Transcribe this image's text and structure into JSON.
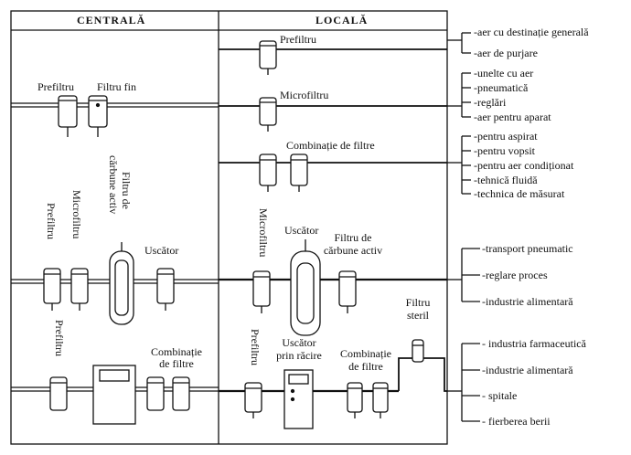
{
  "headers": {
    "central": "CENTRALĂ",
    "local": "LOCALĂ"
  },
  "central": {
    "row2": {
      "prefilter": "Prefiltru",
      "fine_filter": "Filtru fin"
    },
    "row3": {
      "prefilter": "Prefiltru",
      "microfilter": "Microfiltru",
      "carbon_filter": [
        "Filtru de",
        "cărbune activ"
      ],
      "dryer": "Uscător"
    },
    "row4": {
      "prefilter": "Prefiltru",
      "combination": [
        "Combinație",
        "de filtre"
      ]
    }
  },
  "local": {
    "row1": {
      "prefilter": "Prefiltru"
    },
    "row2": {
      "microfilter": "Microfiltru"
    },
    "row2b": {
      "combination": "Combinație de filtre"
    },
    "row3": {
      "microfilter": "Microfiltru",
      "dryer": "Uscător",
      "carbon_filter": [
        "Filtru de",
        "cărbune activ"
      ]
    },
    "row4": {
      "prefilter": "Prefiltru",
      "refrig_dryer": [
        "Uscător",
        "prin răcire"
      ],
      "combination": [
        "Combinație",
        "de filtre"
      ],
      "sterile_filter": [
        "Filtru",
        "steril"
      ]
    }
  },
  "applications": {
    "g1": [
      "-aer cu destinație generală",
      "-aer de purjare"
    ],
    "g2": [
      "-unelte cu aer",
      "-pneumatică",
      "-reglări",
      "-aer pentru aparat"
    ],
    "g3": [
      "-pentru aspirat",
      "-pentru vopsit",
      "-pentru aer condiționat",
      "-tehnică fluidă",
      "-technica de măsurat"
    ],
    "g4": [
      "-transport pneumatic",
      "-reglare proces",
      "-industrie alimentară"
    ],
    "g5": [
      "- industria farmaceutică",
      "-industrie alimentară",
      "-  spitale",
      "-  fierberea berii"
    ]
  }
}
